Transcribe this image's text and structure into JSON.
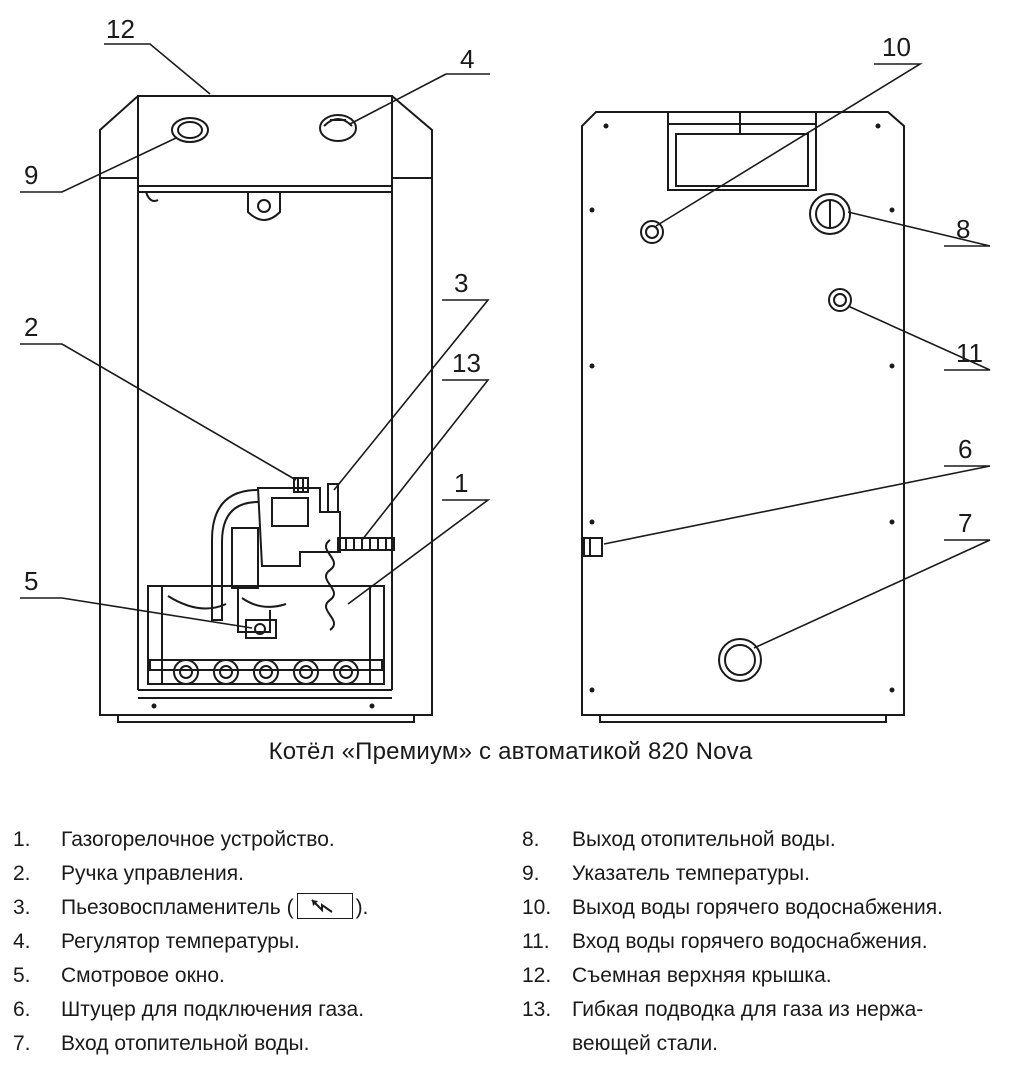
{
  "callouts": [
    "1",
    "2",
    "3",
    "4",
    "5",
    "6",
    "7",
    "8",
    "9",
    "10",
    "11",
    "12",
    "13"
  ],
  "caption": "Котёл «Премиум» с автоматикой 820 Nova",
  "legend_left": [
    {
      "num": "1.",
      "text": "Газогорелочное устройство."
    },
    {
      "num": "2.",
      "text": "Ручка управления."
    },
    {
      "num": "3.",
      "text_before": "Пьезовоспламенитель (",
      "icon": "piezo-igniter-icon",
      "text_after": ")."
    },
    {
      "num": "4.",
      "text": "Регулятор температуры."
    },
    {
      "num": "5.",
      "text": "Смотровое окно."
    },
    {
      "num": "6.",
      "text": "Штуцер для подключения газа."
    },
    {
      "num": "7.",
      "text": "Вход отопительной воды."
    }
  ],
  "legend_right": [
    {
      "num": "8.",
      "text": "Выход отопительной воды."
    },
    {
      "num": "9.",
      "text": "Указатель температуры."
    },
    {
      "num": "10.",
      "text": "Выход воды горячего водоснабжения."
    },
    {
      "num": "11.",
      "text": "Вход воды горячего водоснабжения."
    },
    {
      "num": "12.",
      "text": "Съемная верхняя крышка."
    },
    {
      "num": "13.",
      "text": "Гибкая подводка для газа из нержа-"
    },
    {
      "num": "",
      "text": "веющей стали."
    }
  ]
}
